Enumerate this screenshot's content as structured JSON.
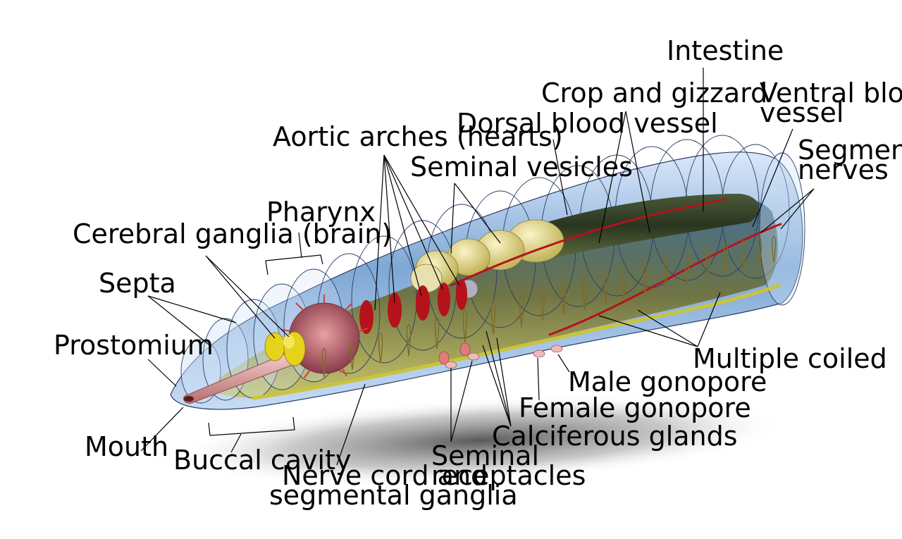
{
  "labels": {
    "intestine": "Intestine",
    "crop_and_gizzard": "Crop and gizzard",
    "ventral_blood_vessel_line1": "Ventral blood",
    "ventral_blood_vessel_line2": "vessel",
    "dorsal_blood_vessel": "Dorsal blood vessel",
    "segmental_nerves_line1": "Segmental",
    "segmental_nerves_line2": "nerves",
    "aortic_arches": "Aortic arches (hearts)",
    "seminal_vesicles": "Seminal vesicles",
    "pharynx": "Pharynx",
    "cerebral_ganglia": "Cerebral ganglia (brain)",
    "septa": "Septa",
    "prostomium": "Prostomium",
    "multiple_coiled": "Multiple coiled",
    "male_gonopore": "Male gonopore",
    "female_gonopore": "Female gonopore",
    "calciferous_glands": "Calciferous glands",
    "seminal_receptacles_line1": "Seminal",
    "seminal_receptacles_line2": "receptacles",
    "mouth": "Mouth",
    "buccal_cavity": "Buccal cavity",
    "nerve_cord_line1": "Nerve cord and",
    "nerve_cord_line2": "segmental ganglia"
  },
  "colors": {
    "body_outer": "#cfe0f7",
    "body_mid": "#6f9fcf",
    "body_dark": "#1f4f7a",
    "intestine": "#2f3f20",
    "seminal_vesicle": "#e2d79a",
    "blood_vessel": "#b5121b",
    "nerve": "#c9c43a",
    "brain": "#e7d21c",
    "pharynx": "#c66b6b",
    "mouth_tube": "#e3a3a0"
  }
}
